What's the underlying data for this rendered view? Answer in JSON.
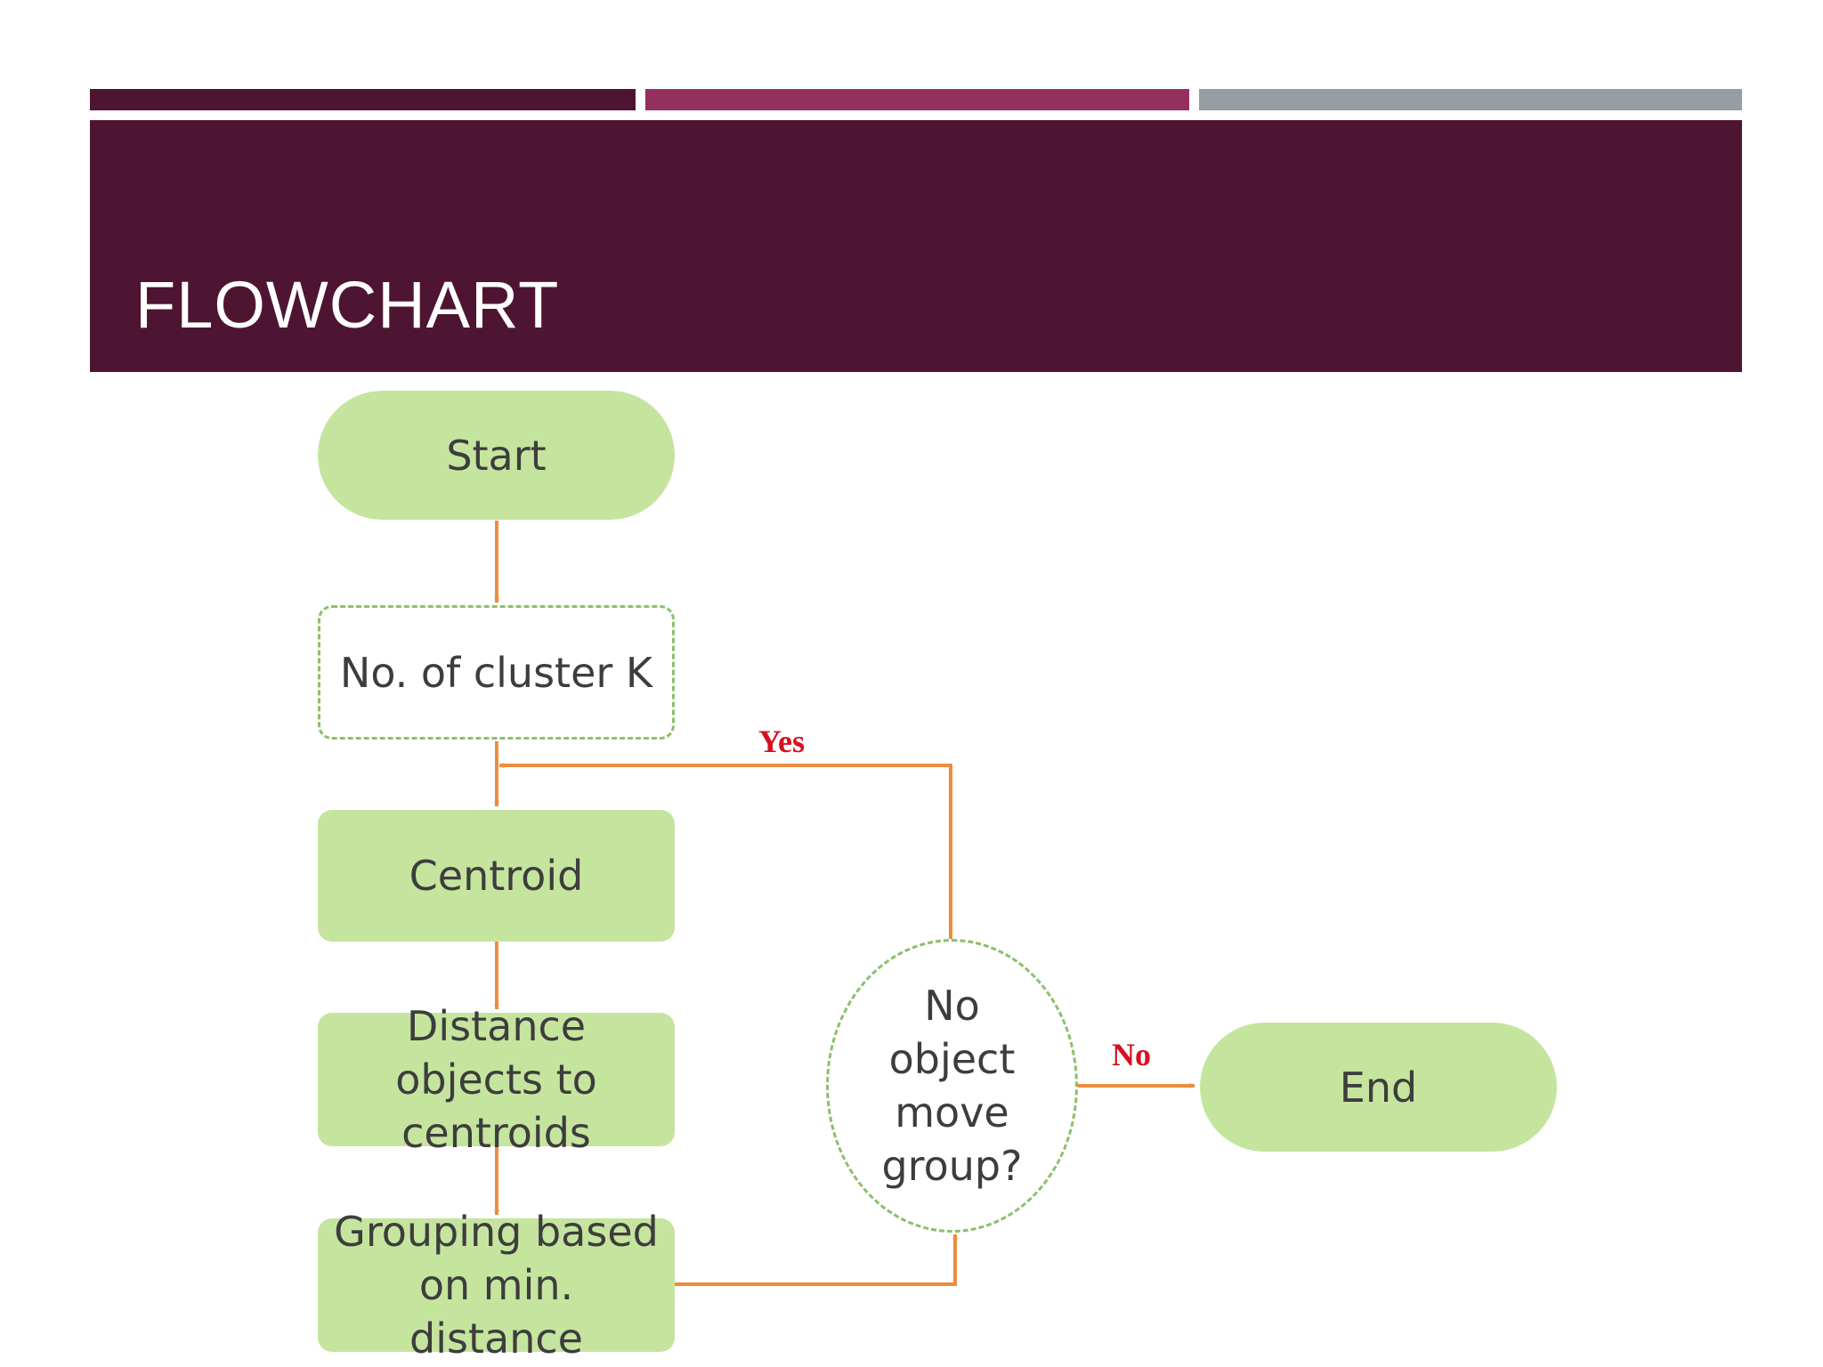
{
  "slide": {
    "title": "FLOWCHART",
    "colors": {
      "banner": "#4e1533",
      "stripe_dark": "#4e1533",
      "stripe_magenta": "#93305f",
      "stripe_gray": "#969da4"
    }
  },
  "flowchart": {
    "nodes": {
      "start": "Start",
      "clusters": "No. of cluster K",
      "centroid": "Centroid",
      "distance": "Distance objects to centroids",
      "grouping": "Grouping based on min. distance",
      "decision": "No object move group?",
      "end": "End"
    },
    "branches": {
      "yes": "Yes",
      "no": "No"
    },
    "colors": {
      "node_fill": "#c5e59e",
      "node_border_dashed": "#8cc06a",
      "connector": "#ee8c3e",
      "branch_label": "#d80f20"
    }
  }
}
